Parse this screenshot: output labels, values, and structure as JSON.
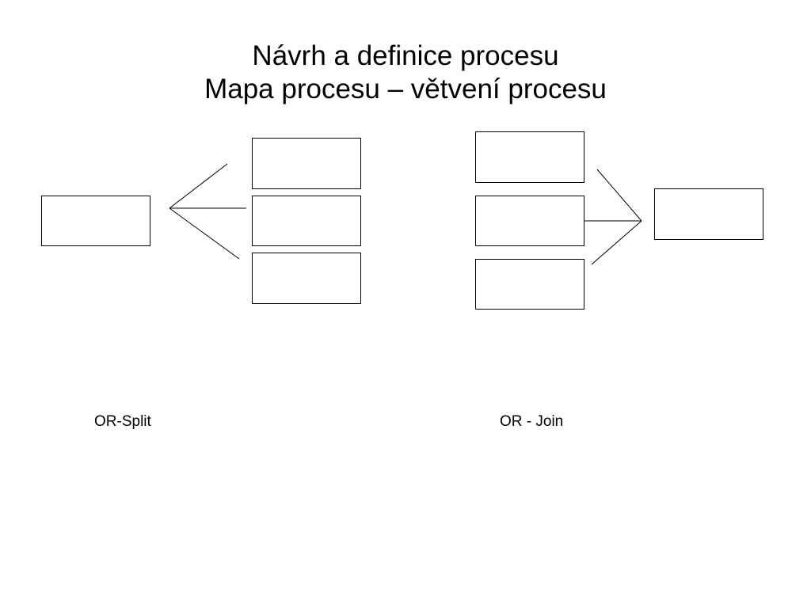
{
  "title": {
    "line1": "Návrh a definice procesu",
    "line2": "Mapa procesu – větvení procesu"
  },
  "diagrams": {
    "or_split": {
      "label": "OR-Split"
    },
    "or_join": {
      "label": "OR - Join"
    }
  },
  "colors": {
    "stroke": "#000000",
    "background": "#ffffff"
  }
}
